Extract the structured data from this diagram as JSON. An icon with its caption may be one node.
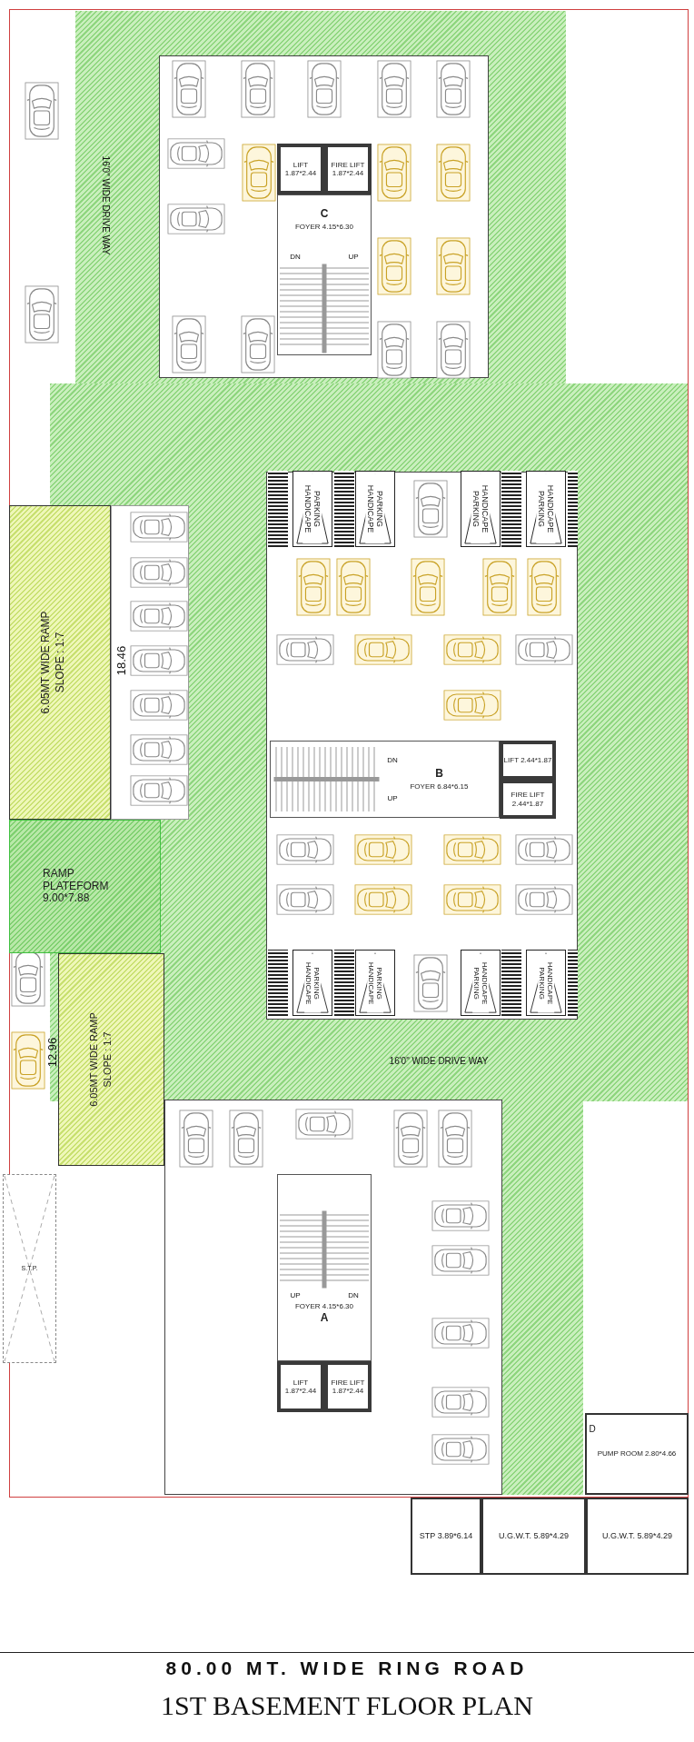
{
  "diagram": {
    "title": "1ST BASEMENT FLOOR PLAN",
    "nodes": [
      {
        "text": [
          "LIFT 1.87*2.44"
        ]
      },
      {
        "text": [
          "FIRE LIFT 1.87*2.44"
        ]
      },
      {
        "text": [
          "C",
          "FOYER 4.15*6.30"
        ]
      },
      {
        "text": [
          "PARKING HANDICAPE"
        ]
      },
      {
        "text": [
          "PARKING HANDICAPE"
        ]
      },
      {
        "text": [
          "HANDICAPE PARKING"
        ]
      },
      {
        "text": [
          "HANDICAPE PARKING"
        ]
      },
      {
        "text": [
          "6.05MT WIDE RAMP",
          "SLOPE : 1:7"
        ]
      },
      {
        "text": [
          "B",
          "FOYER 6.84*6.15"
        ]
      },
      {
        "text": [
          "LIFT 2.44*1.87"
        ]
      },
      {
        "text": [
          "FIRE LIFT 2.44*1.87"
        ]
      },
      {
        "text": [
          "RAMP PLATEFORM 9.00*7.88"
        ]
      },
      {
        "text": [
          "PARKING HANDICAPE"
        ]
      },
      {
        "text": [
          "PARKING HANDICAPE"
        ]
      },
      {
        "text": [
          "HANDICAPE PARKING"
        ]
      },
      {
        "text": [
          "HANDICAPE PARKING"
        ]
      },
      {
        "text": [
          "6.05MT WIDE RAMP",
          "SLOPE : 1:7"
        ]
      },
      {
        "text": [
          "S.T.P."
        ]
      },
      {
        "text": [
          "FOYER 4.15*6.30",
          "A"
        ]
      },
      {
        "text": [
          "LIFT 1.87*2.44"
        ]
      },
      {
        "text": [
          "FIRE LIFT 1.87*2.44"
        ]
      },
      {
        "text": [
          "PUMP ROOM 2.80*4.66"
        ]
      },
      {
        "text": [
          "STP 3.89*6.14"
        ]
      },
      {
        "text": [
          "U.G.W.T. 5.89*4.29"
        ]
      },
      {
        "text": [
          "U.G.W.T. 5.89*4.29"
        ]
      }
    ],
    "labels": [
      "16'0\" WIDE DRIVE WAY",
      "DN",
      "UP",
      "18.46",
      "DN",
      "UP",
      "12.96",
      "16'0\" WIDE DRIVE WAY",
      "UP",
      "DN",
      "D",
      "80.00 MT. WIDE RING ROAD"
    ]
  }
}
